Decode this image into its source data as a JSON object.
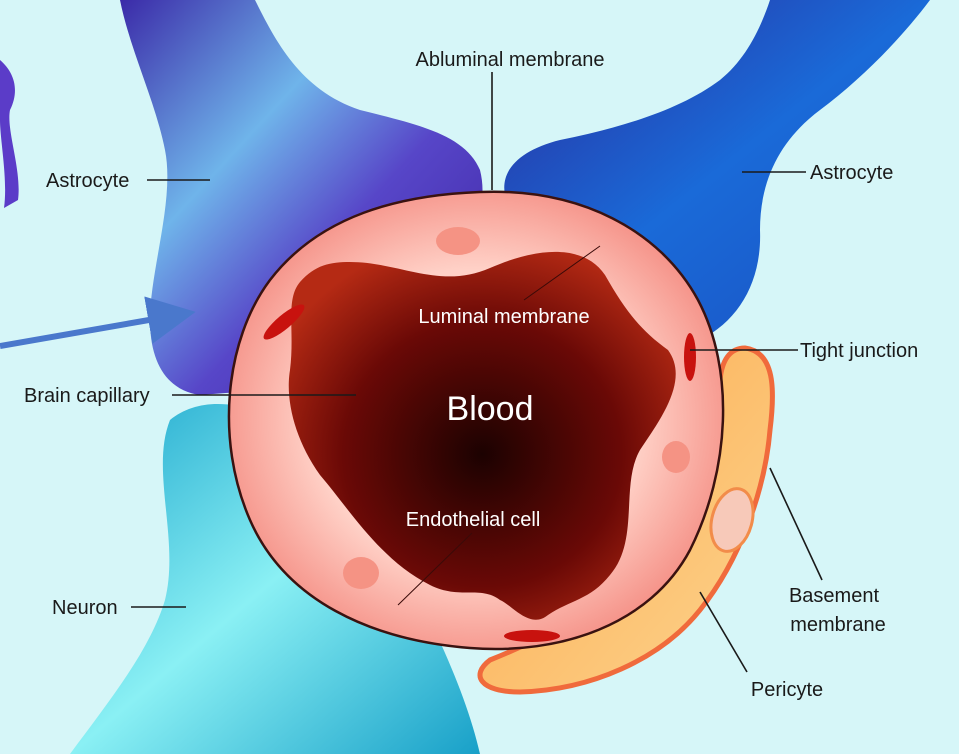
{
  "diagram": {
    "labels": {
      "abluminal_membrane": "Abluminal membrane",
      "astrocyte_left": "Astrocyte",
      "astrocyte_right": "Astrocyte",
      "luminal_membrane": "Luminal membrane",
      "tight_junction": "Tight junction",
      "brain_capillary": "Brain capillary",
      "blood": "Blood",
      "endothelial_cell": "Endothelial cell",
      "neuron": "Neuron",
      "basement_membrane_line1": "Basement",
      "basement_membrane_line2": "membrane",
      "pericyte": "Pericyte"
    },
    "colors": {
      "background": "#d6f6f8",
      "astrocyte_left": "#4a2fb8",
      "astrocyte_right": "#1d5fd0",
      "neuron": "#1ab8d6",
      "endothelium": "#f7a8a0",
      "blood": "#6e0a06",
      "pericyte": "#fbb25a",
      "pointer_arrow": "#4a78cc"
    }
  }
}
